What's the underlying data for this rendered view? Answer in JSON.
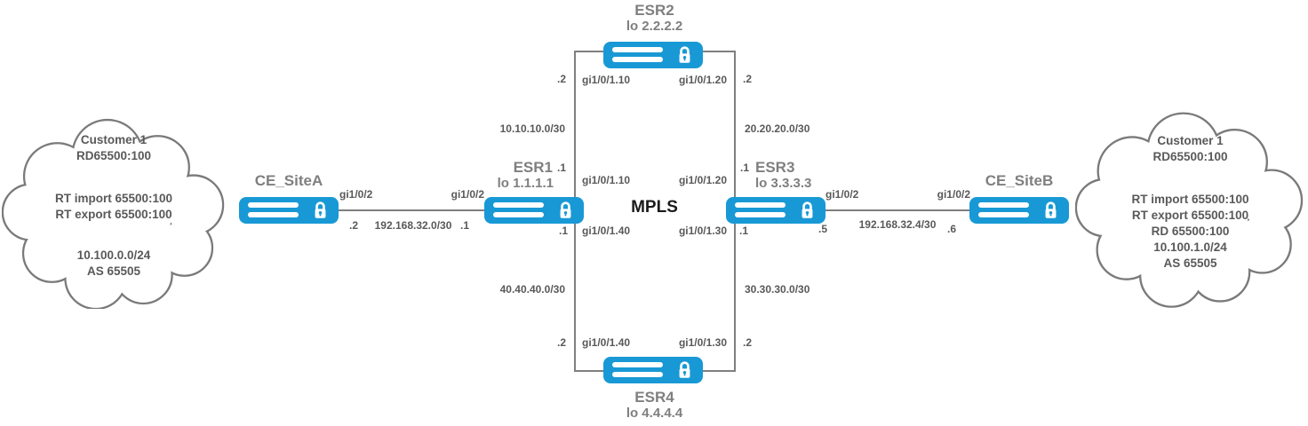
{
  "clouds": {
    "left": {
      "lines": [
        "Customer 1",
        "RD65500:100",
        "RT import 65500:100",
        "RT export 65500:100",
        "10.100.0.0/24",
        "AS 65505"
      ]
    },
    "right": {
      "lines": [
        "Customer 1",
        "RD65500:100",
        "RT import 65500:100",
        "RT export 65500:100",
        "RD 65500:100",
        "10.100.1.0/24",
        "AS 65505"
      ]
    }
  },
  "devices": {
    "ce_site_a": {
      "name": "CE_SiteA"
    },
    "esr1": {
      "name": "ESR1",
      "loopback": "lo 1.1.1.1"
    },
    "esr2": {
      "name": "ESR2",
      "loopback": "lo 2.2.2.2"
    },
    "esr3": {
      "name": "ESR3",
      "loopback": "lo 3.3.3.3"
    },
    "esr4": {
      "name": "ESR4",
      "loopback": "lo 4.4.4.4"
    },
    "ce_site_b": {
      "name": "CE_SiteB"
    }
  },
  "core": {
    "label": "MPLS"
  },
  "links": {
    "cea_esr1": {
      "if_ce": "gi1/0/2",
      "if_esr": "gi1/0/2",
      "ip_ce": ".2",
      "net": "192.168.32.0/30",
      "ip_esr": ".1"
    },
    "esr3_ceb": {
      "if_esr": "gi1/0/2",
      "if_ce": "gi1/0/2",
      "ip_esr": ".5",
      "net": "192.168.32.4/30",
      "ip_ce": ".6"
    },
    "esr1_esr2": {
      "net": "10.10.10.0/30",
      "ip_esr2": ".2",
      "if_esr2": "gi1/0/1.10",
      "ip_esr1": ".1",
      "if_esr1": "gi1/0/1.10"
    },
    "esr2_esr3": {
      "net": "20.20.20.0/30",
      "ip_esr2": ".2",
      "if_esr2": "gi1/0/1.20",
      "ip_esr3": ".1",
      "if_esr3": "gi1/0/1.20"
    },
    "esr1_esr4": {
      "net": "40.40.40.0/30",
      "ip_esr1": ".1",
      "if_esr1": "gi1/0/1.40",
      "ip_esr4": ".2",
      "if_esr4": "gi1/0/1.40"
    },
    "esr4_esr3": {
      "net": "30.30.30.0/30",
      "ip_esr3": ".1",
      "if_esr3": "gi1/0/1.30",
      "ip_esr4": ".2",
      "if_esr4": "gi1/0/1.30"
    }
  },
  "colors": {
    "device_fill": "#1899d5",
    "link_line": "#7f7f7f",
    "device_label": "#7f7f7f",
    "detail_label": "#595959",
    "core_label": "#1a1a1a",
    "cloud_outline": "#7a7a7a"
  }
}
